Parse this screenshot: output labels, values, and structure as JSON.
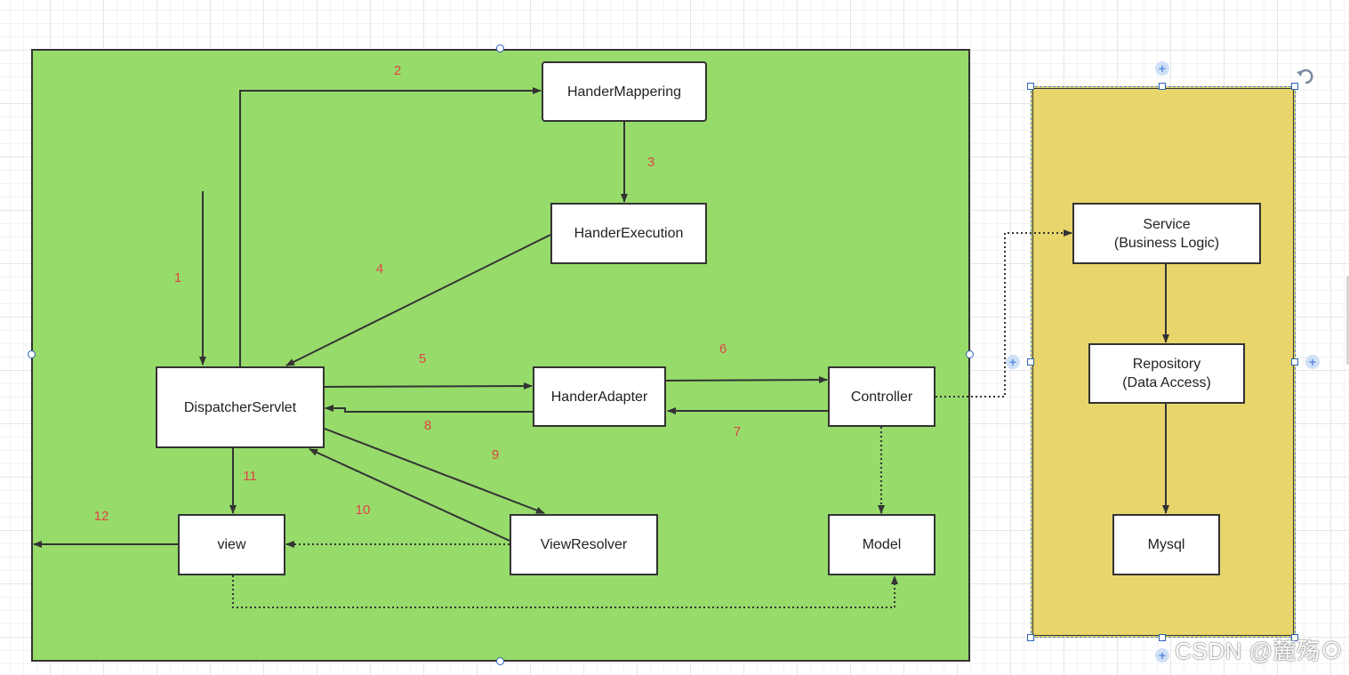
{
  "nodes": {
    "dispatcher": "DispatcherServlet",
    "handler_mapping": "HanderMappering",
    "handler_execution": "HanderExecution",
    "handler_adapter": "HanderAdapter",
    "controller": "Controller",
    "view": "view",
    "view_resolver": "ViewResolver",
    "model": "Model",
    "service": "Service\n(Business  Logic)",
    "repository": "Repository\n(Data Access)",
    "mysql": "Mysql"
  },
  "steps": [
    "1",
    "2",
    "3",
    "4",
    "5",
    "6",
    "7",
    "8",
    "9",
    "10",
    "11",
    "12"
  ],
  "colors": {
    "green_panel": "#97db6b",
    "yellow_panel": "#e8d56b",
    "step_label": "#e04444"
  },
  "icons": {
    "rotate": "rotate-icon",
    "add": "plus-icon"
  },
  "watermark": "CSDN @麓殇⊙"
}
